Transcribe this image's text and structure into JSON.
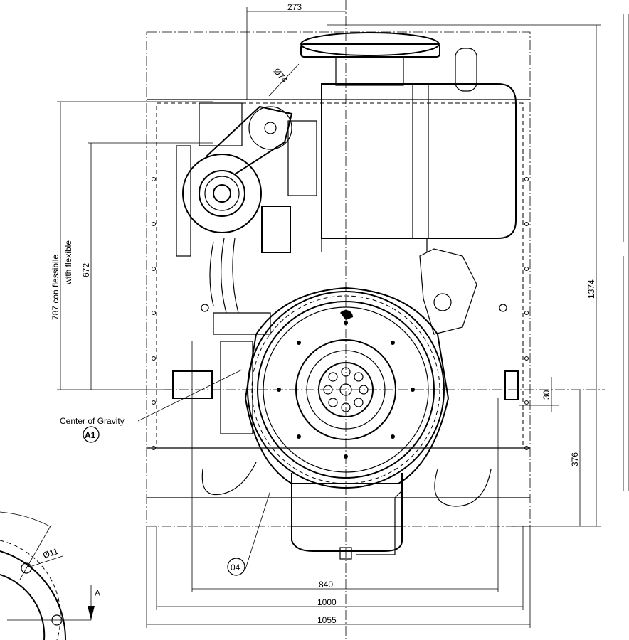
{
  "drawing": {
    "dimensions": {
      "top_offset": "273",
      "pulley_diameter": "Ø74",
      "height_flexible_it": "787  con flessibile",
      "height_flexible_en": "with flexible",
      "height_rigid": "672",
      "total_height": "1374",
      "cog_offset": "30",
      "cog_height": "376",
      "width_840": "840",
      "width_1000": "1000",
      "width_1055": "1055",
      "hole_diameter": "Ø11"
    },
    "labels": {
      "center_of_gravity": "Center of Gravity",
      "cog_marker": "A1",
      "item_marker": "04",
      "view_arrow": "A"
    }
  }
}
